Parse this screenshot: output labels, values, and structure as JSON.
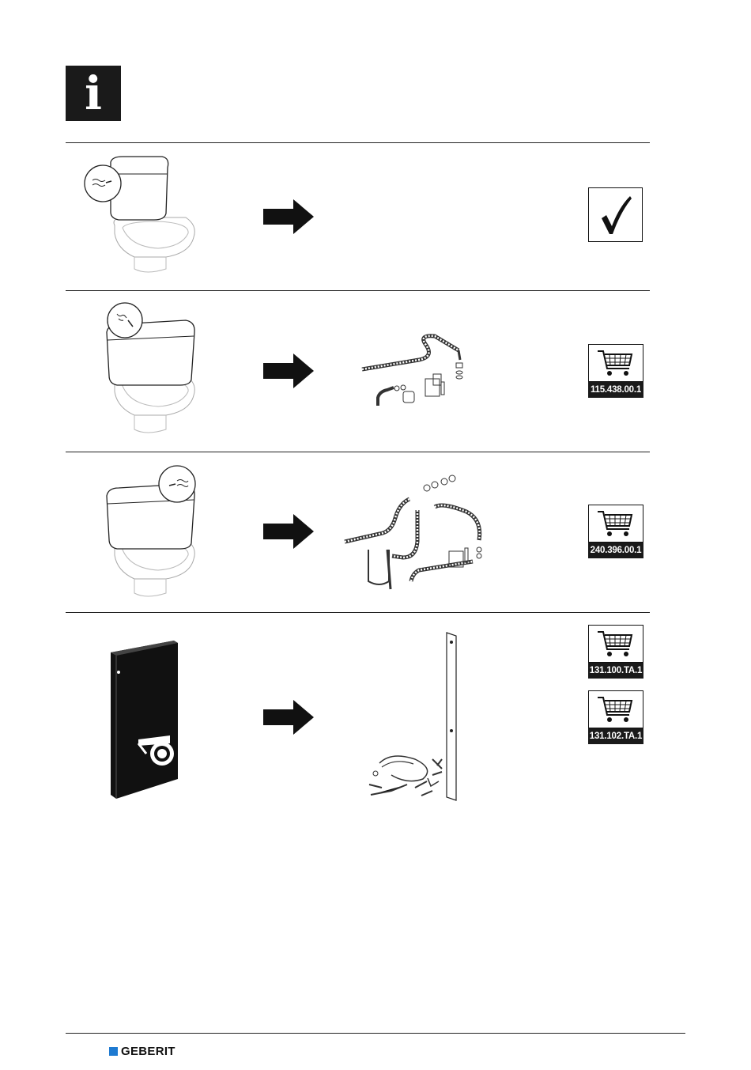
{
  "header": {
    "icon": "info-icon"
  },
  "rows": [
    {
      "illustration": "cistern-side-inlet-left",
      "result": "check-icon"
    },
    {
      "illustration": "cistern-top-inlet",
      "part_number": "115.438.00.1",
      "result": "cart-icon"
    },
    {
      "illustration": "cistern-side-inlet-right",
      "part_number": "240.396.00.1",
      "result": "cart-icon"
    },
    {
      "illustration": "monolith-module",
      "part_numbers": [
        "131.100.TA.1",
        "131.102.TA.1"
      ],
      "result": "cart-icon"
    }
  ],
  "footer": {
    "brand": "GEBERIT",
    "brand_color": "#1e7ad1"
  }
}
